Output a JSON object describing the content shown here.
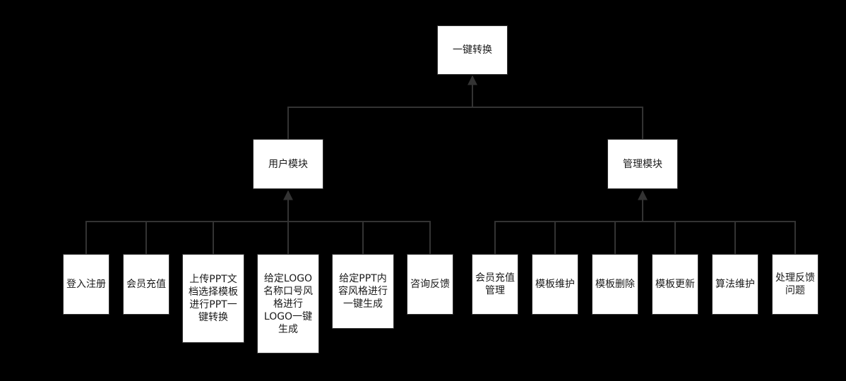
{
  "diagram": {
    "colors": {
      "background": "#000000",
      "box_fill": "#ffffff",
      "box_border": "#333333",
      "connector": "#333333",
      "text": "#1a1a1a"
    },
    "root": {
      "label": "一键转换"
    },
    "user_module": {
      "label": "用户模块",
      "children": [
        {
          "label": "登入注册"
        },
        {
          "label": "会员充值"
        },
        {
          "label": "上传PPT文档选择模板进行PPT一键转换"
        },
        {
          "label": "给定LOGO名称口号风格进行LOGO一键生成"
        },
        {
          "label": "给定PPT内容风格进行一键生成"
        },
        {
          "label": "咨询反馈"
        }
      ]
    },
    "admin_module": {
      "label": "管理模块",
      "children": [
        {
          "label": "会员充值管理"
        },
        {
          "label": "模板维护"
        },
        {
          "label": "模板删除"
        },
        {
          "label": "模板更新"
        },
        {
          "label": "算法维护"
        },
        {
          "label": "处理反馈问题"
        }
      ]
    }
  }
}
